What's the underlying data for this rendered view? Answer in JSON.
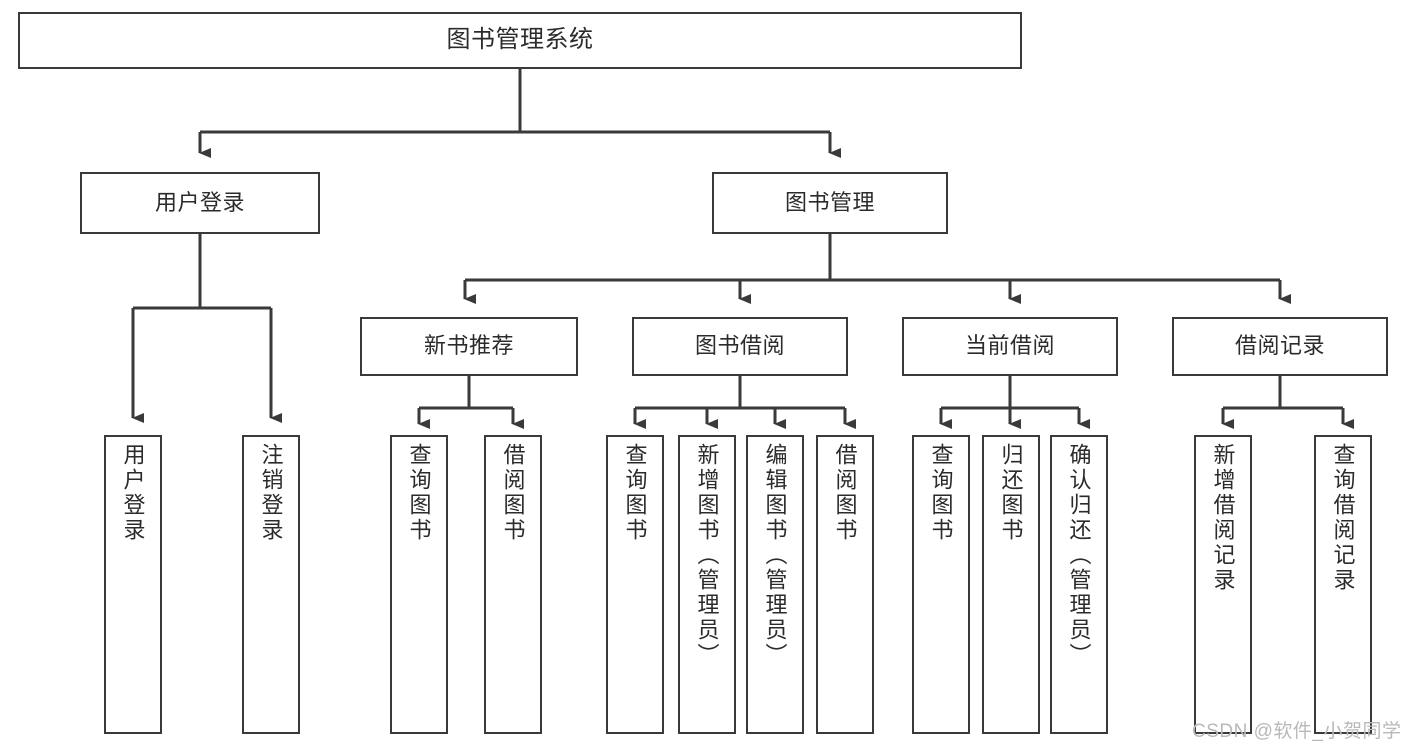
{
  "diagram": {
    "title": "图书管理系统",
    "type": "tree-hierarchy",
    "watermark": "CSDN @软件_小贺同学",
    "colors": {
      "stroke": "#3a3a3a",
      "text": "#2b2b2b",
      "background": "#ffffff",
      "watermark": "#b9b9b9"
    },
    "nodes": {
      "root": {
        "label": "图书管理系统"
      },
      "level2": [
        {
          "id": "user-login",
          "label": "用户登录"
        },
        {
          "id": "book-management",
          "label": "图书管理"
        }
      ],
      "level3": [
        {
          "id": "new-book-recommend",
          "label": "新书推荐"
        },
        {
          "id": "book-borrow",
          "label": "图书借阅"
        },
        {
          "id": "current-borrow",
          "label": "当前借阅"
        },
        {
          "id": "borrow-record",
          "label": "借阅记录"
        }
      ],
      "leaves": {
        "user-login": [
          {
            "id": "leaf-user-login",
            "label": "用户登录"
          },
          {
            "id": "leaf-logout-login",
            "label": "注销登录"
          }
        ],
        "new-book-recommend": [
          {
            "id": "leaf-query-book-1",
            "label": "查询图书"
          },
          {
            "id": "leaf-borrow-book-1",
            "label": "借阅图书"
          }
        ],
        "book-borrow": [
          {
            "id": "leaf-query-book-2",
            "label": "查询图书"
          },
          {
            "id": "leaf-add-book",
            "label": "新增图书（管理员）"
          },
          {
            "id": "leaf-edit-book",
            "label": "编辑图书（管理员）"
          },
          {
            "id": "leaf-borrow-book-2",
            "label": "借阅图书"
          }
        ],
        "current-borrow": [
          {
            "id": "leaf-query-book-3",
            "label": "查询图书"
          },
          {
            "id": "leaf-return-book",
            "label": "归还图书"
          },
          {
            "id": "leaf-confirm-return",
            "label": "确认归还（管理员）"
          }
        ],
        "borrow-record": [
          {
            "id": "leaf-add-record",
            "label": "新增借阅记录"
          },
          {
            "id": "leaf-query-record",
            "label": "查询借阅记录"
          }
        ]
      }
    }
  }
}
